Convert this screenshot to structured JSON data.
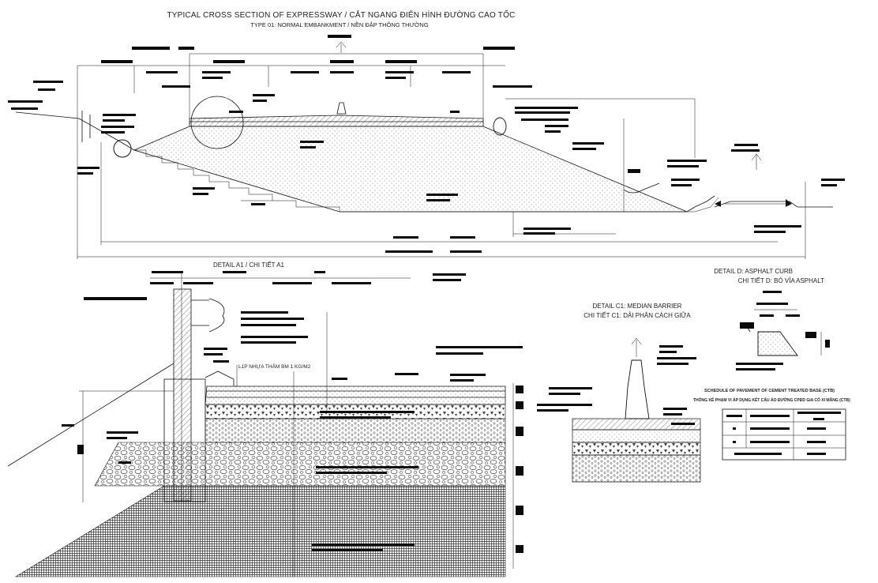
{
  "drawing": {
    "title": "TYPICAL CROSS SECTION OF EXPRESSWAY / CẮT NGANG ĐIỂN HÌNH ĐƯỜNG CAO TỐC",
    "subtitle": "TYPE 01: NORMAL EMBANKMENT / NỀN ĐẮP THÔNG THƯỜNG"
  },
  "detail_a1": {
    "title": "DETAIL A1 / CHI TIẾT A1",
    "note": "L1P NHỰA THẤM BM 1 KG/M2"
  },
  "detail_c1": {
    "title_en": "DETAIL C1: MEDIAN BARRIER",
    "title_vi": "CHI TIẾT C1: DẢI PHÂN CÁCH GIỮA"
  },
  "detail_d": {
    "title_en": "DETAIL D: ASPHALT CURB",
    "title_vi": "CHI TIẾT D: BÓ VỈA ASPHALT"
  },
  "schedule": {
    "title_en": "SCHEDULE OF PAVEMENT OF CEMENT TREATED BASE (CTB)",
    "title_vi": "THỐNG KÊ PHẠM VI ÁP DỤNG KẾT CẤU ÁO ĐƯỜNG CPĐD GIA CỐ XI MĂNG (CTB)"
  },
  "colors": {
    "ink": "#111111",
    "paper": "#ffffff",
    "label_block": "#0b0b0b"
  }
}
